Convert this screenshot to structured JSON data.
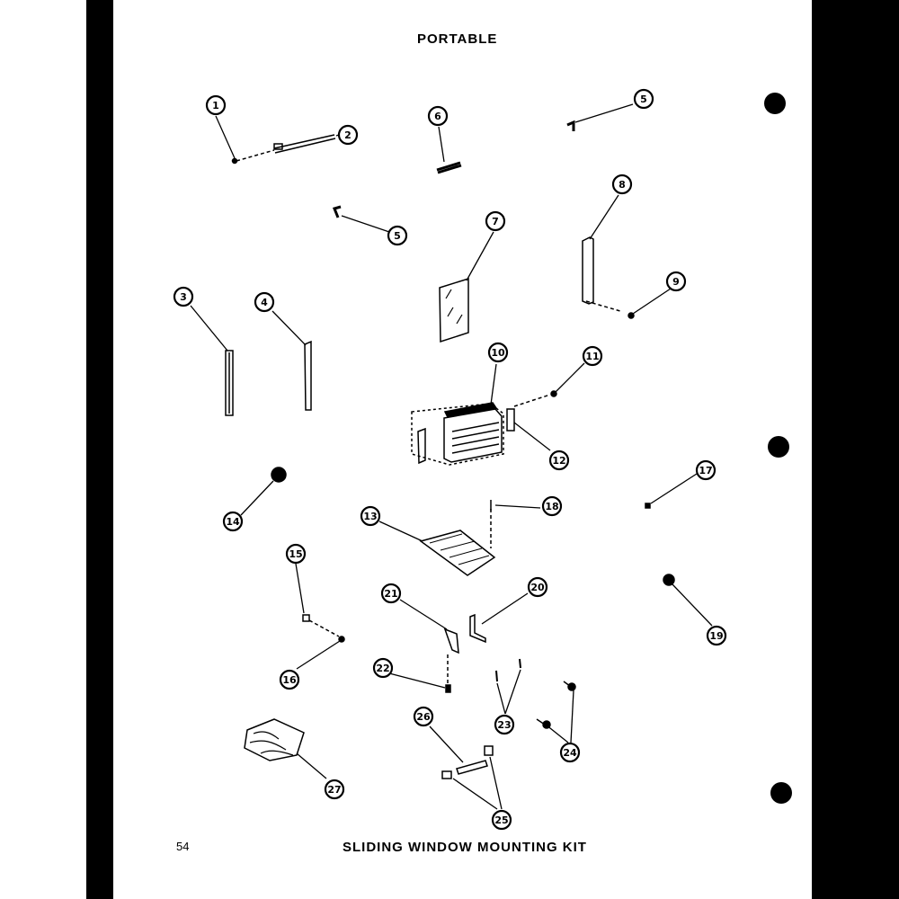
{
  "title": "PORTABLE",
  "caption": "SLIDING WINDOW MOUNTING KIT",
  "page_number": "54",
  "callouts": [
    "1",
    "2",
    "3",
    "4",
    "5",
    "5",
    "6",
    "7",
    "8",
    "9",
    "10",
    "11",
    "12",
    "13",
    "14",
    "15",
    "16",
    "17",
    "18",
    "19",
    "20",
    "21",
    "22",
    "23",
    "24",
    "25",
    "26",
    "27"
  ],
  "colors": {
    "paper": "#ffffff",
    "ink": "#000000",
    "margin": "#000000"
  }
}
